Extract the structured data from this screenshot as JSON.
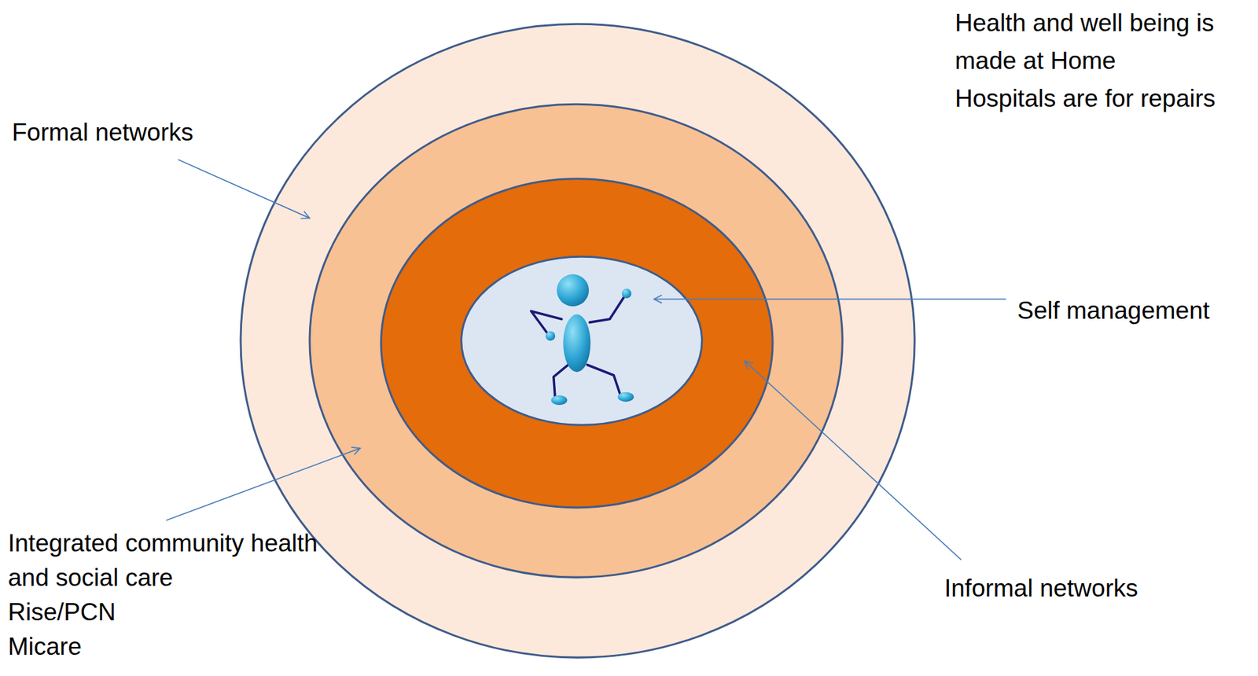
{
  "diagram": {
    "labels": [
      "Health and well being is made at Home",
      "Hospitals are for repairs",
      "Formal networks",
      "Self management",
      "Integrated community health and social care",
      "Rise/PCN",
      "Micare",
      "Informal networks"
    ]
  }
}
